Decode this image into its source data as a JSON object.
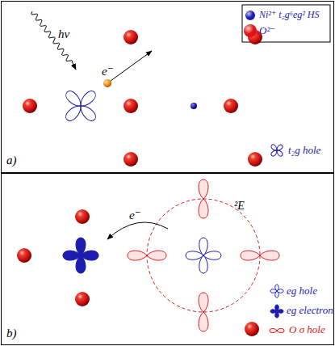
{
  "diagram": {
    "labels": [
      "hν",
      "e⁻",
      "a)",
      "e⁻",
      "²E",
      "b)"
    ],
    "legend": [
      {
        "text": "Ni²⁺ t₂g⁶eg² HS",
        "color": "#1c1cb0"
      },
      {
        "text": "O²⁻",
        "color": "#e01414"
      },
      {
        "text": "t₂g hole"
      },
      {
        "text": "eg hole"
      },
      {
        "text": "eg electron"
      },
      {
        "text": "O σ hole"
      }
    ]
  }
}
